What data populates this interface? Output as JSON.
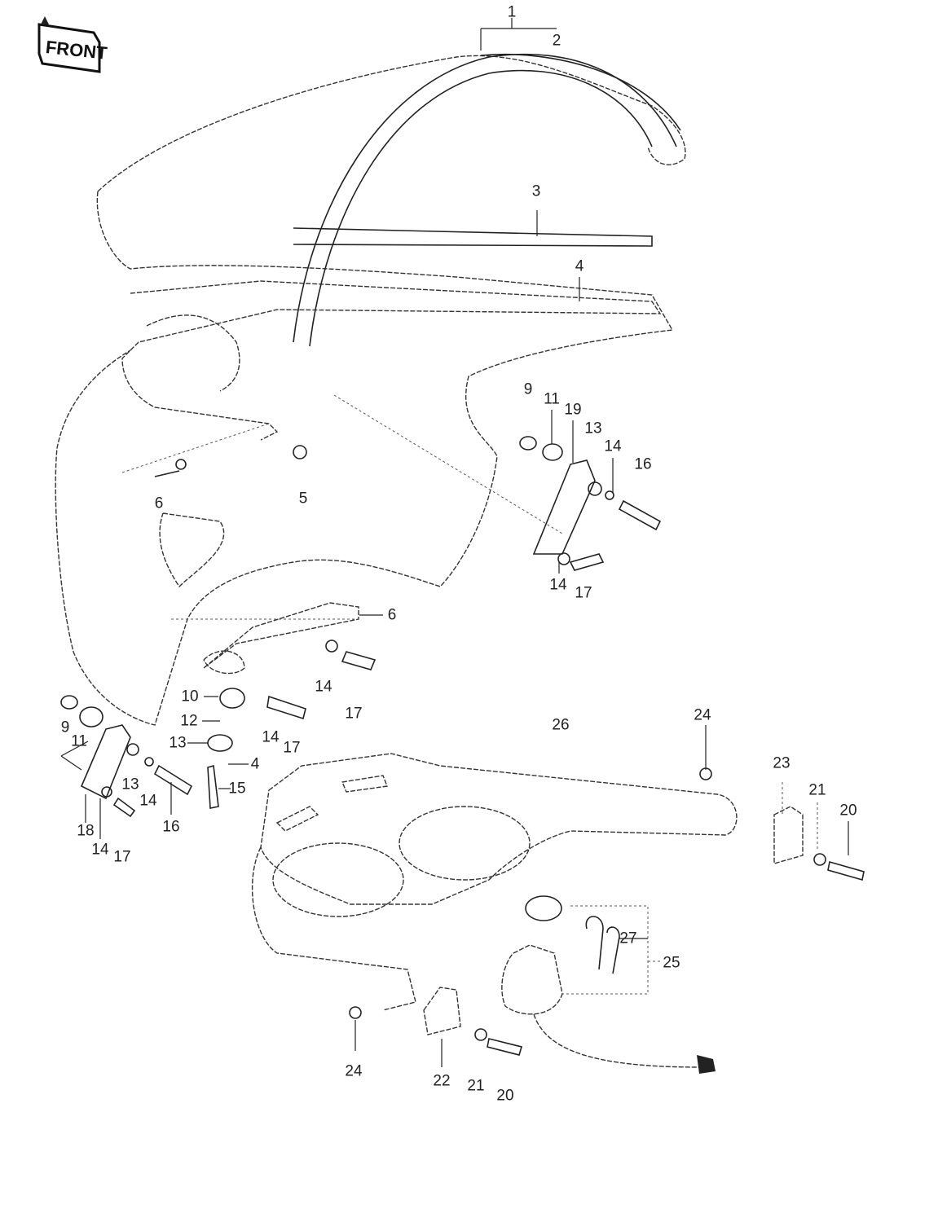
{
  "logo": {
    "text": "FRONT"
  },
  "callouts": [
    "1",
    "2",
    "3",
    "4",
    "5",
    "6",
    "9",
    "11",
    "19",
    "13",
    "14",
    "16",
    "14",
    "17",
    "6",
    "14",
    "17",
    "10",
    "12",
    "13",
    "4",
    "15",
    "14",
    "17",
    "9",
    "11",
    "13",
    "14",
    "16",
    "18",
    "14",
    "17",
    "26",
    "24",
    "23",
    "21",
    "20",
    "27",
    "25",
    "24",
    "22",
    "21",
    "20"
  ]
}
